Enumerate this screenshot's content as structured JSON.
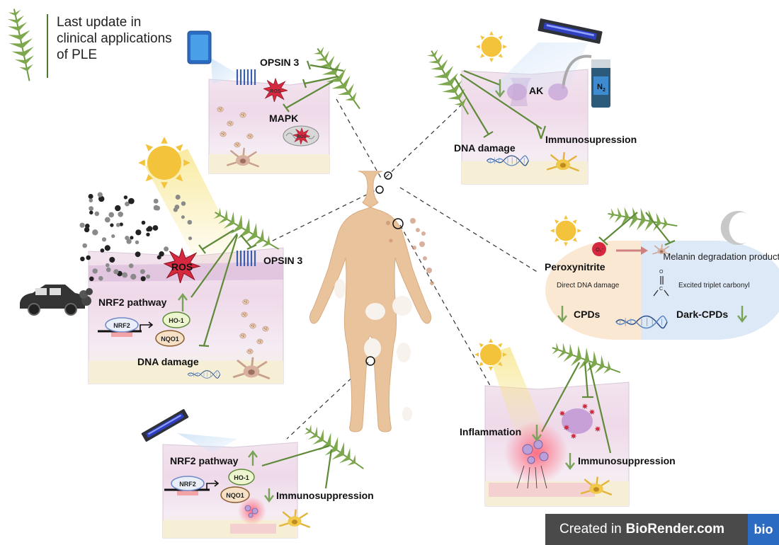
{
  "title": "Last update in clinical applications of PLE",
  "labels": {
    "opsin3_top": "OPSIN 3",
    "ros_small": "ROS",
    "mapk": "MAPK",
    "ros_mito": "ROS",
    "ak": "AK",
    "n2": "N",
    "n2_sub": "2",
    "dna_damage_tr": "DNA damage",
    "immuno_tr": "Immunosupression",
    "ros_big": "ROS",
    "opsin3_left": "OPSIN 3",
    "nrf2_pathway_left": "NRF2 pathway",
    "nrf2_box": "NRF2",
    "ho1": "HO-1",
    "nqo1": "NQO1",
    "dna_damage_left": "DNA damage",
    "o2": "·O₂⁻",
    "peroxynitrite": "Peroxynitrite",
    "melanin": "Melanin degradation products",
    "direct_dna": "Direct DNA damage",
    "triplet": "Excited triplet carbonyl",
    "o_atom": "O",
    "c_atom": "C",
    "cpds": "CPDs",
    "dark_cpds": "Dark-CPDs",
    "inflammation": "Inflammation",
    "immuno_br": "Immunosuppression",
    "nrf2_pathway_bottom": "NRF2 pathway",
    "nrf2_box_bottom": "NRF2",
    "ho1_bottom": "HO-1",
    "nqo1_bottom": "NQO1",
    "immuno_bottom": "Immunosuppression"
  },
  "badge": {
    "prefix": "Created in",
    "brand": "BioRender.com",
    "logo": "bio"
  },
  "colors": {
    "fern": "#6b9a3f",
    "inhibit": "#5e8a3a",
    "arrow": "#7aa35a",
    "skin": "#e9c39c",
    "ros": "#d6293f",
    "sun": "#f3c33b",
    "badge": "#4a4a4a",
    "bio": "#2b6bc2"
  }
}
